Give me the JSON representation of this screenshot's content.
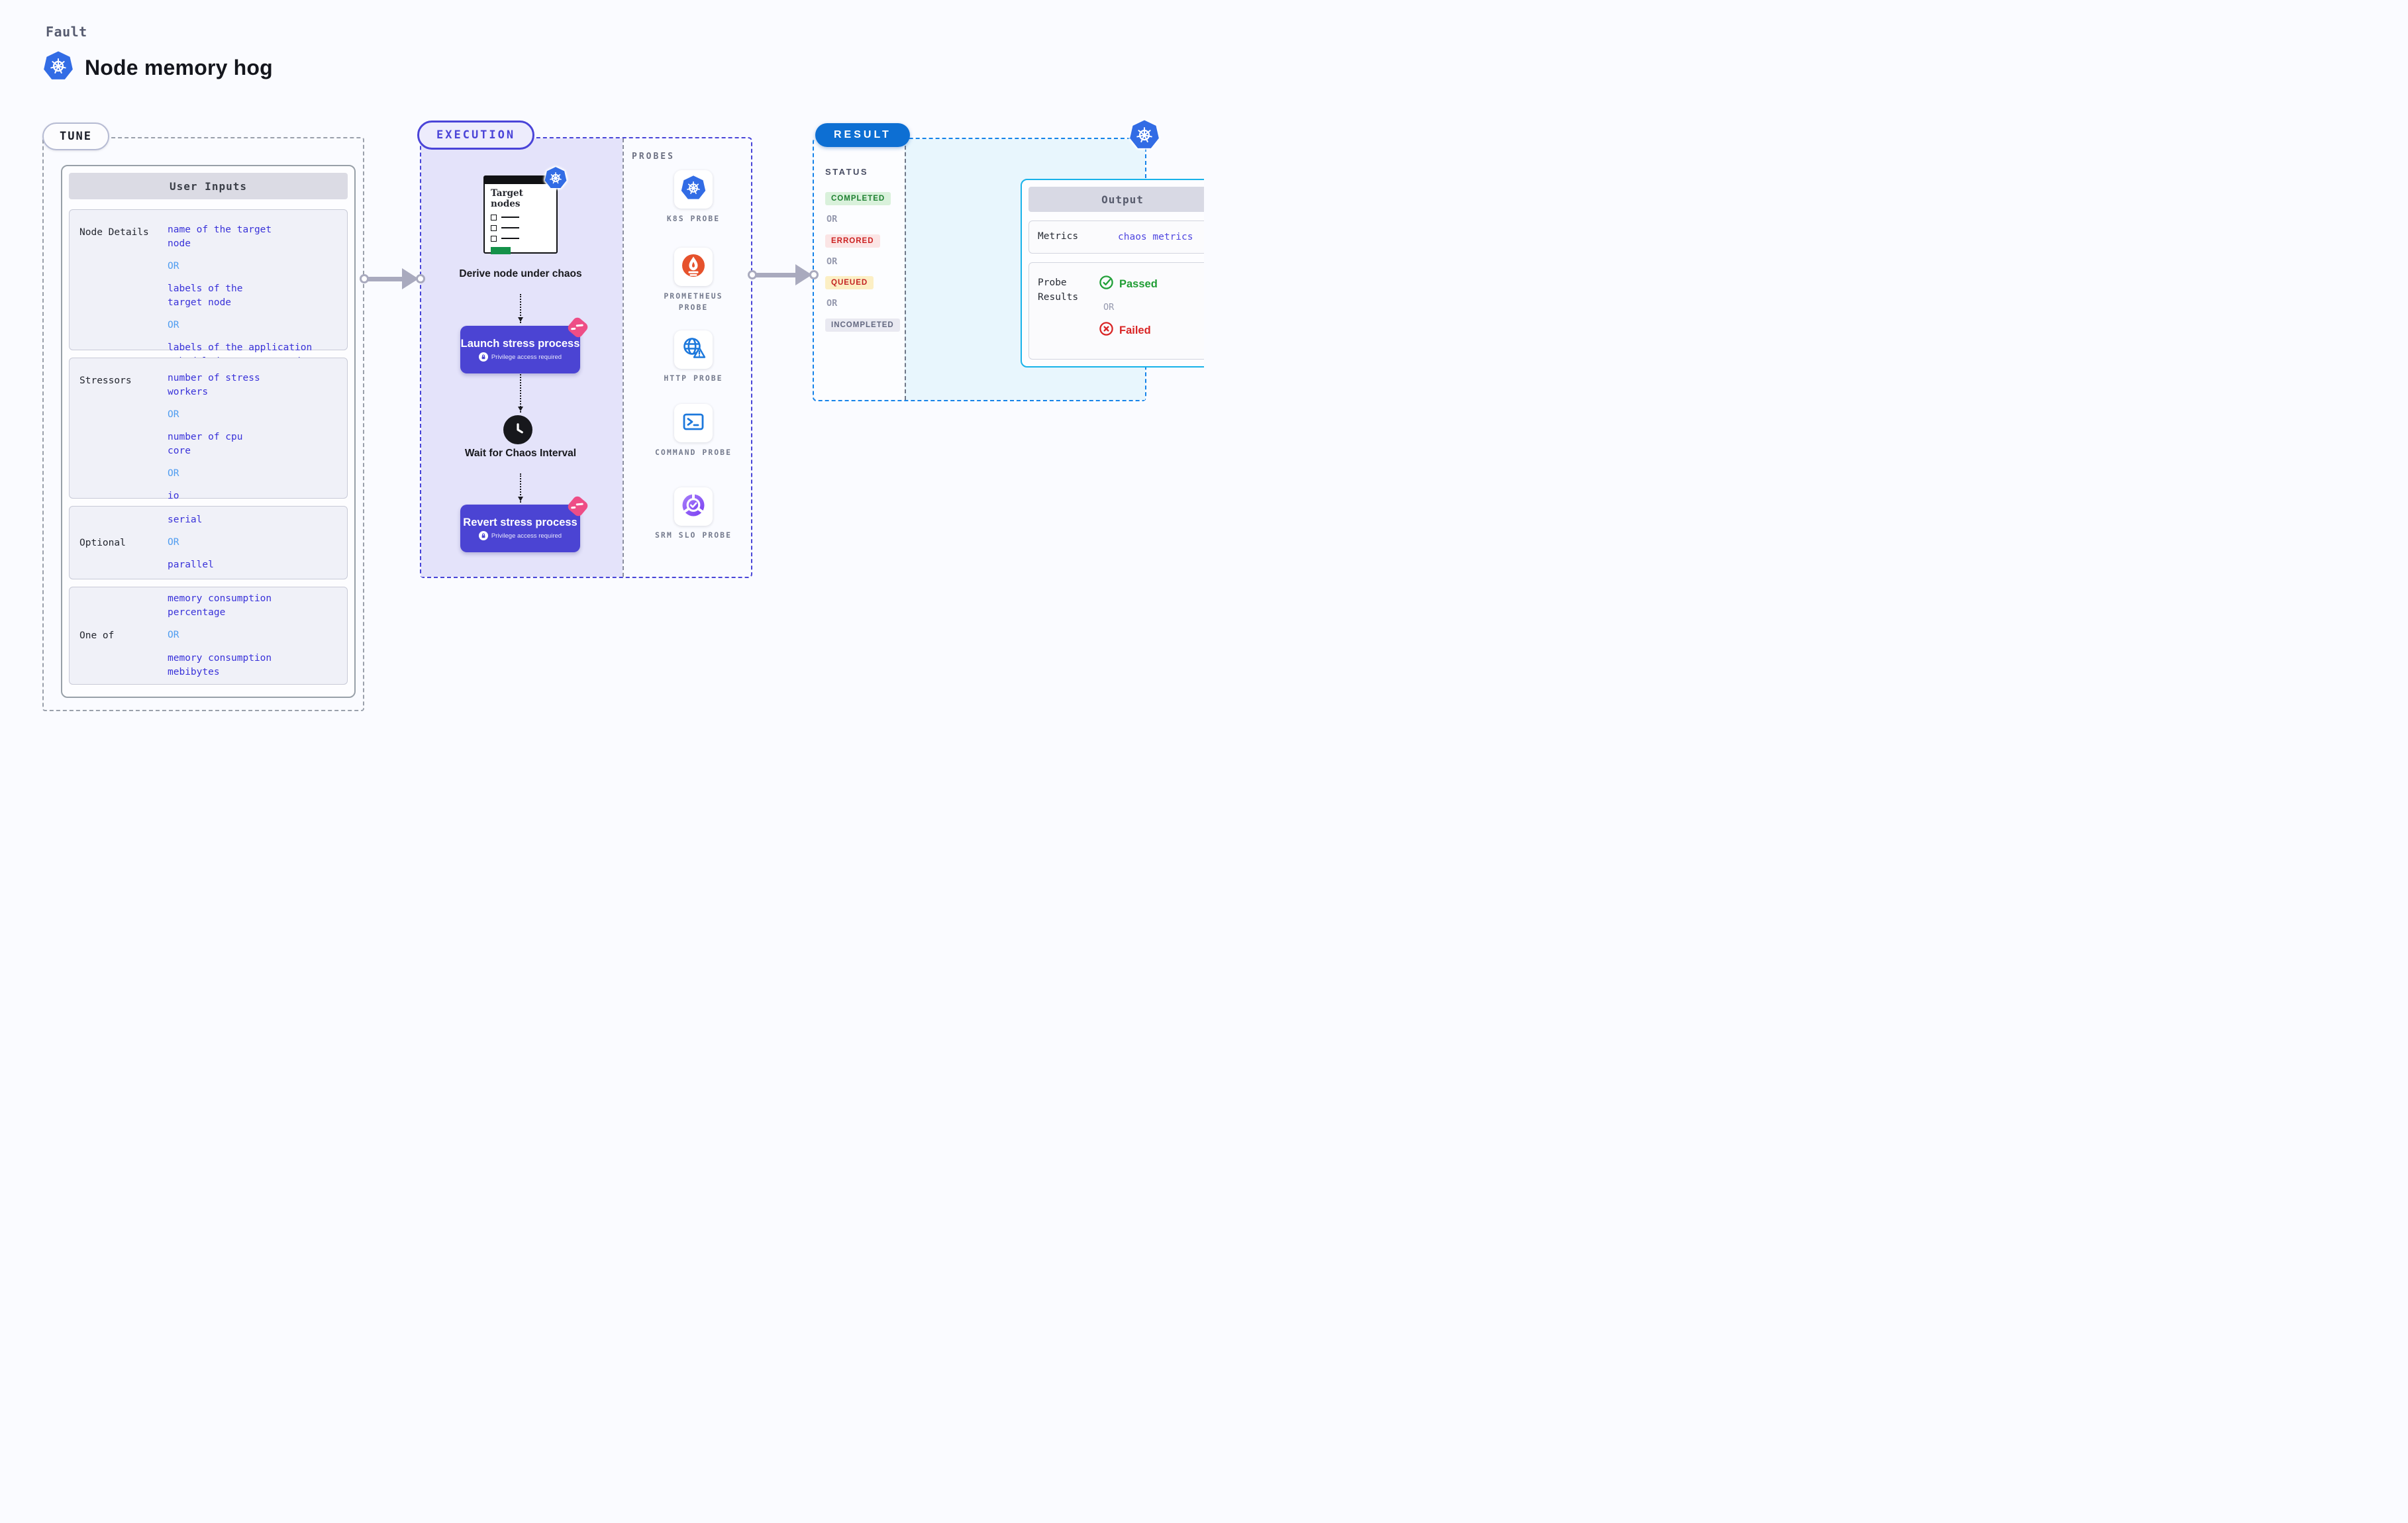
{
  "page": {
    "eyebrow": "Fault",
    "title": "Node memory hog"
  },
  "tune": {
    "badge": "TUNE",
    "panel_title": "User Inputs",
    "rows": [
      {
        "label": "Node Details",
        "items": [
          {
            "type": "value",
            "text": "name of the target\nnode"
          },
          {
            "type": "or",
            "text": "OR"
          },
          {
            "type": "value",
            "text": "labels of the\ntarget node"
          },
          {
            "type": "or",
            "text": "OR"
          },
          {
            "type": "value",
            "text": "labels of the application\n scheduled on target node"
          }
        ]
      },
      {
        "label": "Stressors",
        "items": [
          {
            "type": "value",
            "text": "number of stress\nworkers"
          },
          {
            "type": "or",
            "text": "OR"
          },
          {
            "type": "value",
            "text": "number of cpu\ncore"
          },
          {
            "type": "or",
            "text": "OR"
          },
          {
            "type": "value",
            "text": "io"
          }
        ]
      },
      {
        "label": "Optional",
        "items": [
          {
            "type": "value",
            "text": "serial"
          },
          {
            "type": "or",
            "text": "OR"
          },
          {
            "type": "value",
            "text": "parallel"
          }
        ]
      },
      {
        "label": "One of",
        "items": [
          {
            "type": "value",
            "text": "memory consumption\npercentage"
          },
          {
            "type": "or",
            "text": "OR"
          },
          {
            "type": "value",
            "text": "memory consumption\nmebibytes"
          }
        ]
      }
    ]
  },
  "execution": {
    "badge": "EXECUTION",
    "window_title": "Target nodes",
    "derive_label": "Derive node under chaos",
    "launch": {
      "title": "Launch stress process",
      "subtitle": "Privilege access required"
    },
    "wait_label": "Wait for Chaos Interval",
    "revert": {
      "title": "Revert stress process",
      "subtitle": "Privilege access required"
    }
  },
  "probes": {
    "heading": "PROBES",
    "items": [
      {
        "label": "K8S PROBE",
        "icon": "kubernetes-icon"
      },
      {
        "label": "PROMETHEUS PROBE",
        "icon": "prometheus-icon"
      },
      {
        "label": "HTTP PROBE",
        "icon": "http-globe-warning-icon"
      },
      {
        "label": "COMMAND PROBE",
        "icon": "terminal-icon"
      },
      {
        "label": "SRM SLO PROBE",
        "icon": "srm-slo-icon"
      }
    ]
  },
  "result": {
    "badge": "RESULT",
    "status_heading": "STATUS",
    "statuses": [
      {
        "type": "completed",
        "text": "COMPLETED"
      },
      {
        "type": "or",
        "text": "OR"
      },
      {
        "type": "errored",
        "text": "ERRORED"
      },
      {
        "type": "or",
        "text": "OR"
      },
      {
        "type": "queued",
        "text": "QUEUED"
      },
      {
        "type": "or",
        "text": "OR"
      },
      {
        "type": "incompleted",
        "text": "INCOMPLETED"
      }
    ],
    "output": {
      "title": "Output",
      "metrics_label": "Metrics",
      "metrics_value": "chaos metrics",
      "probe_results_label": "Probe Results",
      "passed_label": "Passed",
      "or_label": "OR",
      "failed_label": "Failed"
    }
  },
  "colors": {
    "kubernetes_blue": "#326ce5",
    "execution_indigo": "#4a44d8",
    "process_button_indigo": "#4b44d3",
    "pink_accent": "#ee4d86",
    "result_badge_blue": "#0d6fd3",
    "result_border_blue": "#1583e9",
    "output_border_cyan": "#18b2e9",
    "value_blue": "#3932d9",
    "or_light_blue": "#4f9cf0",
    "completed_green": "#1d8030",
    "errored_red": "#cb2121",
    "queued_red_on_yellow": "#c32323",
    "incompleted_gray": "#636880",
    "passed_green": "#21a038",
    "failed_red": "#d92525",
    "prometheus_orange": "#e6522c",
    "http_probe_blue": "#1c78dc",
    "srm_purple": "#7a3ff2",
    "arrow_gray": "#a9aabe"
  }
}
